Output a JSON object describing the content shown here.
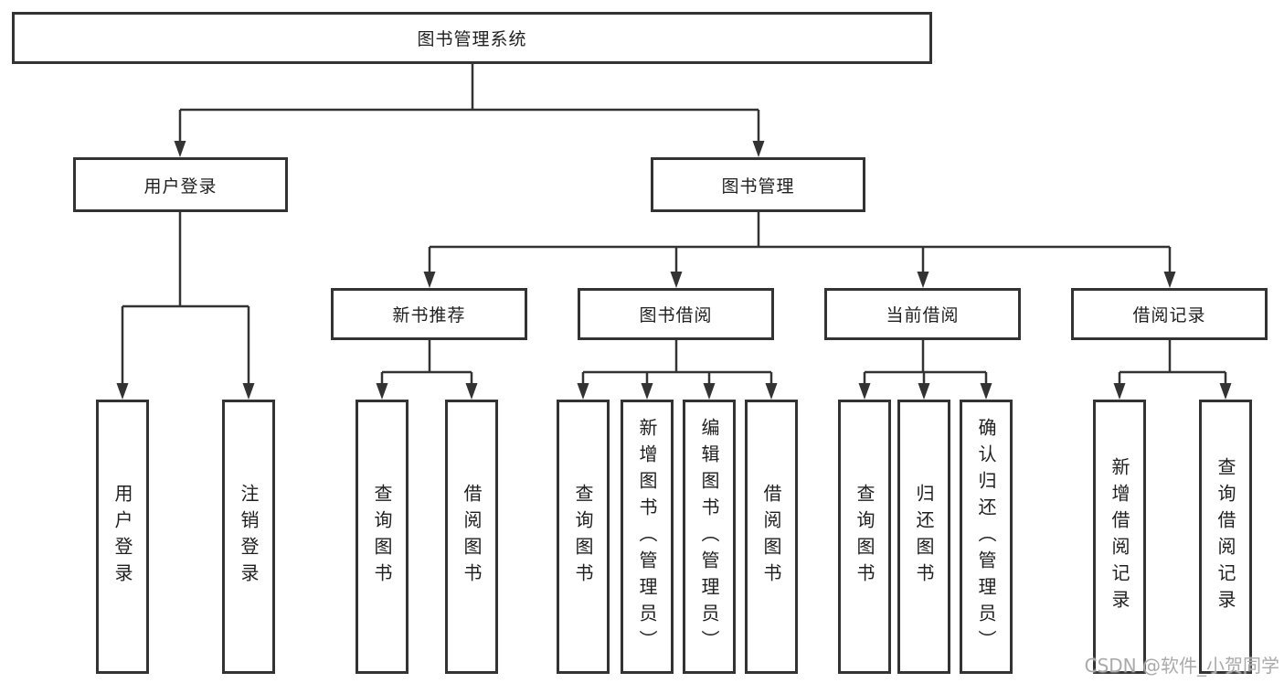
{
  "diagram": {
    "root": "图书管理系统",
    "level2": [
      "用户登录",
      "图书管理"
    ],
    "level3": [
      "新书推荐",
      "图书借阅",
      "当前借阅",
      "借阅记录"
    ],
    "leaves": {
      "login": [
        "用户登录",
        "注销登录"
      ],
      "recommend": [
        "查询图书",
        "借阅图书"
      ],
      "borrow": [
        "查询图书",
        "新增图书（管理员）",
        "编辑图书（管理员）",
        "借阅图书"
      ],
      "current": [
        "查询图书",
        "归还图书",
        "确认归还（管理员）"
      ],
      "records": [
        "新增借阅记录",
        "查询借阅记录"
      ]
    }
  },
  "watermark": "CSDN @软件_小贺同学",
  "colors": {
    "line": "#333333",
    "text": "#1f1f1f",
    "watermark": "#aaaaaa",
    "bg": "#ffffff"
  }
}
